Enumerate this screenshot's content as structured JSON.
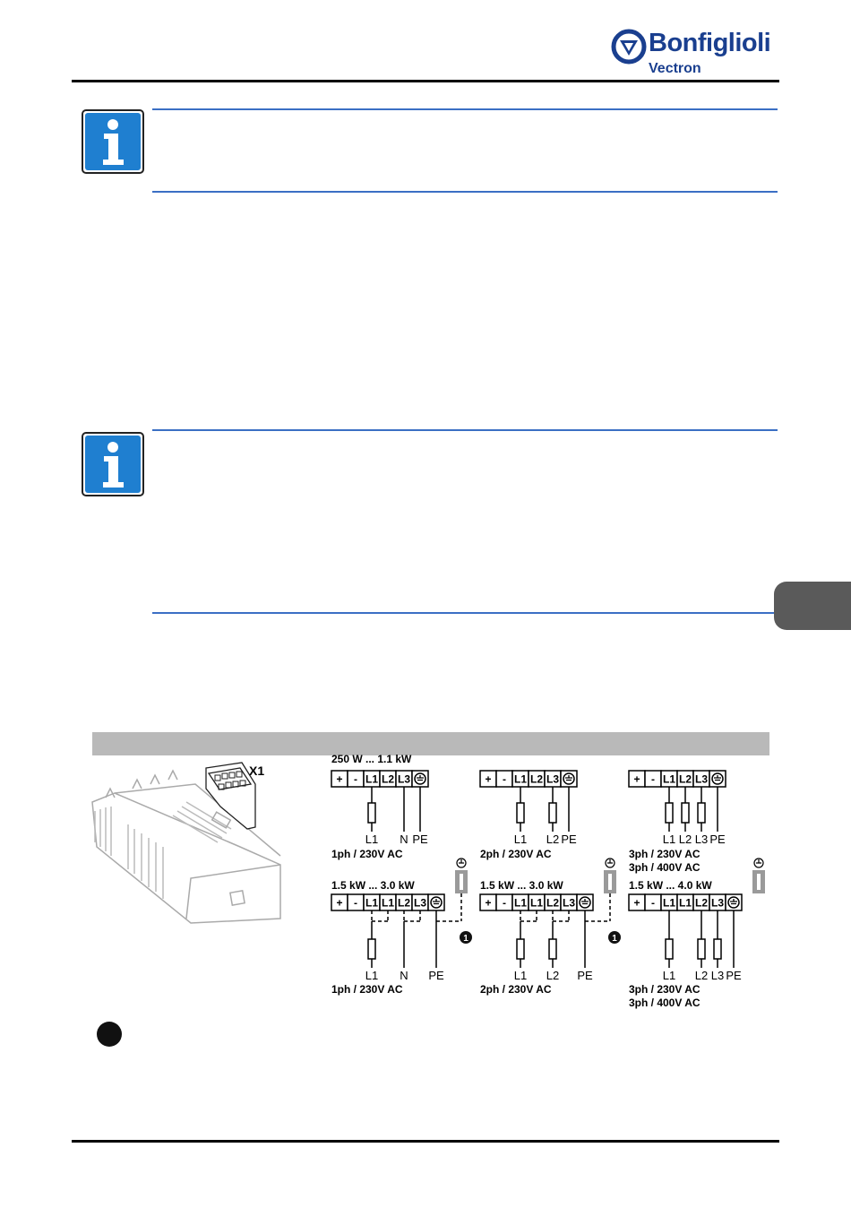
{
  "header": {
    "brand_name": "Bonfiglioli",
    "brand_sub": "Vectron",
    "brand_color": "#1a3f8f"
  },
  "notes": {
    "info_icon_color": "#1f7fd0",
    "rule_color": "#3b6fc4"
  },
  "side_tab": {
    "color": "#5a5a5a"
  },
  "figure": {
    "connector_label": "X1",
    "terminal_labels": {
      "plus": "+",
      "minus": "-",
      "L1": "L1",
      "L2": "L2",
      "L3": "L3",
      "N": "N",
      "PE": "PE"
    },
    "top_row": [
      {
        "title": "250 W ... 1.1 kW",
        "caption": [
          "1ph / 230V AC"
        ]
      },
      {
        "title": "",
        "caption": [
          "2ph / 230V AC"
        ]
      },
      {
        "title": "",
        "caption": [
          "3ph / 230V AC",
          "3ph / 400V AC"
        ]
      }
    ],
    "bottom_row": [
      {
        "title": "1.5 kW ... 3.0 kW",
        "caption": [
          "1ph / 230V AC"
        ]
      },
      {
        "title": "1.5 kW ... 3.0 kW",
        "caption": [
          "2ph / 230V AC"
        ]
      },
      {
        "title": "1.5 kW ... 4.0 kW",
        "caption": [
          "3ph / 230V AC",
          "3ph / 400V AC"
        ]
      }
    ],
    "marker_number": "1"
  }
}
